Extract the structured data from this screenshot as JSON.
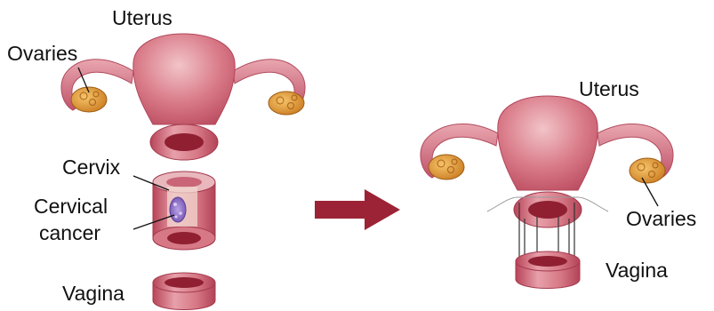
{
  "before": {
    "labels": {
      "uterus": "Uterus",
      "ovaries": "Ovaries",
      "cervix": "Cervix",
      "cervical_cancer_line1": "Cervical",
      "cervical_cancer_line2": "cancer",
      "vagina": "Vagina"
    }
  },
  "after": {
    "labels": {
      "uterus": "Uterus",
      "ovaries": "Ovaries",
      "vagina": "Vagina"
    }
  },
  "colors": {
    "tissue": "#c9586a",
    "tissue_light": "#e8a3ab",
    "tissue_dark": "#a2384c",
    "lumen": "#8f1f31",
    "ovary": "#e0962e",
    "tumor": "#8a6bc4",
    "arrow": "#9b2335"
  }
}
